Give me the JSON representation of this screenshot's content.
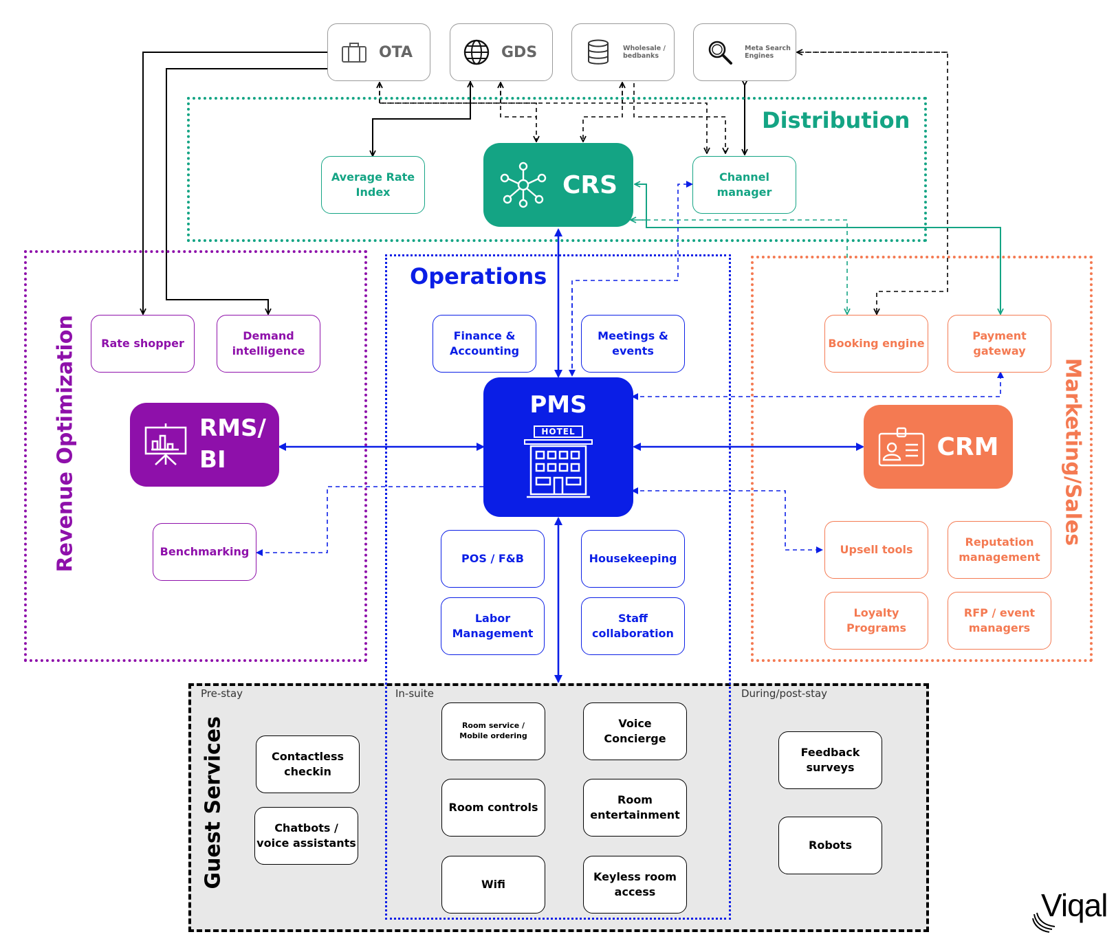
{
  "colors": {
    "distribution": "#14a484",
    "operations": "#0a1ee6",
    "revenue": "#8e10aa",
    "marketing": "#f47a52",
    "guest": "#000000",
    "external": "#666666"
  },
  "external": {
    "ota": "OTA",
    "gds": "GDS",
    "wholesale": "Wholesale /\nbedbanks",
    "meta": "Meta Search\nEngines"
  },
  "zones": {
    "distribution": "Distribution",
    "operations": "Operations",
    "revenue": "Revenue Optimization",
    "marketing": "Marketing/Sales",
    "guest": "Guest Services"
  },
  "hubs": {
    "crs": "CRS",
    "pms": "PMS",
    "hotel_sign": "HOTEL",
    "rms": "RMS/\nBI",
    "crm": "CRM"
  },
  "distribution_boxes": {
    "ari": "Average Rate\nIndex",
    "channel": "Channel\nmanager"
  },
  "operations_boxes": {
    "finance": "Finance &\nAccounting",
    "meetings": "Meetings &\nevents",
    "pos": "POS / F&B",
    "housekeeping": "Housekeeping",
    "labor": "Labor\nManagement",
    "staff": "Staff\ncollaboration"
  },
  "revenue_boxes": {
    "rate_shopper": "Rate shopper",
    "demand": "Demand\nintelligence",
    "benchmarking": "Benchmarking"
  },
  "marketing_boxes": {
    "booking": "Booking engine",
    "payment": "Payment\ngateway",
    "upsell": "Upsell tools",
    "reputation": "Reputation\nmanagement",
    "loyalty": "Loyalty\nPrograms",
    "rfp": "RFP / event\nmanagers"
  },
  "guest_phases": {
    "pre": "Pre-stay",
    "in": "In-suite",
    "post": "During/post-stay"
  },
  "guest_boxes": {
    "contactless": "Contactless\ncheckin",
    "chatbots": "Chatbots /\nvoice assistants",
    "room_service": "Room service /\nMobile ordering",
    "voice": "Voice\nConcierge",
    "room_controls": "Room controls",
    "entertainment": "Room\nentertainment",
    "wifi": "Wifi",
    "keyless": "Keyless room\naccess",
    "feedback": "Feedback\nsurveys",
    "robots": "Robots"
  },
  "logo": "Viqal"
}
